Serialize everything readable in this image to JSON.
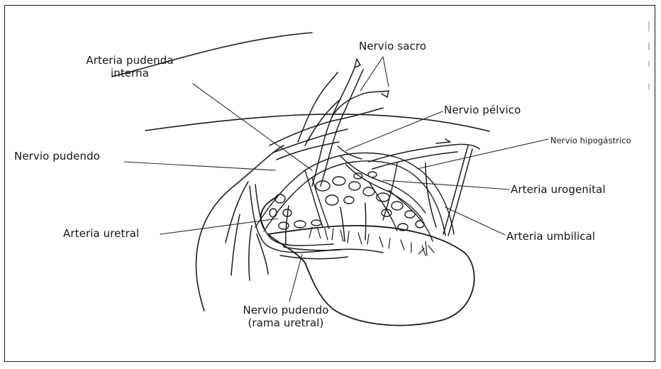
{
  "labels": {
    "arteria_pudenda_interna_1": "Arteria pudenda",
    "arteria_pudenda_interna_2": "interna",
    "nervio_sacro": "Nervio sacro",
    "nervio_pelvico": "Nervio pélvico",
    "nervio_hipogastrico": "Nervio hipogástrico",
    "nervio_pudendo": "Nervio pudendo",
    "arteria_urogenital": "Arteria urogenital",
    "arteria_uretral": "Arteria uretral",
    "arteria_umbilical": "Arteria umbilical",
    "nervio_pudendo_rama_1": "Nervio pudendo",
    "nervio_pudendo_rama_2": "(rama uretral)"
  }
}
